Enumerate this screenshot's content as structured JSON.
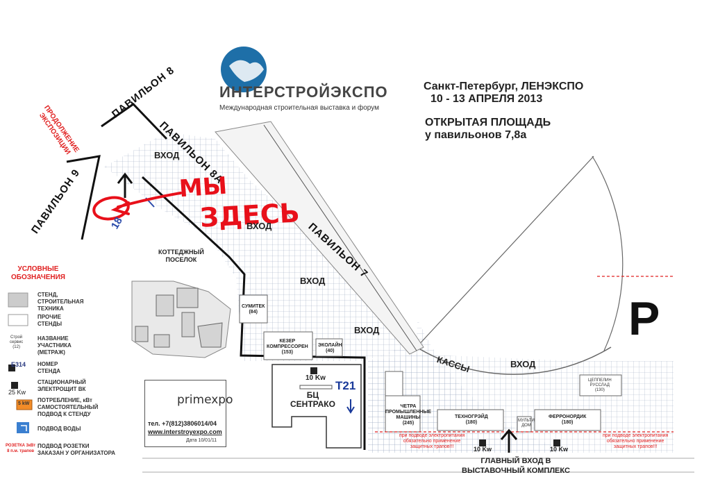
{
  "header": {
    "logo_name": "ИНТЕРСТРОЙЭКСПО",
    "logo_tagline": "Международная строительная выставка и форум",
    "city": "Санкт-Петербург, ЛЕНЭКСПО",
    "dates": "10 - 13 АПРЕЛЯ  2013",
    "area_title": "ОТКРЫТАЯ ПЛОЩАДЬ",
    "area_subtitle": "у павильонов 7,8а"
  },
  "pavilions": {
    "p8": "ПАВИЛЬОН 8",
    "p9": "ПАВИЛЬОН 9",
    "p8a": "ПАВИЛЬОН  8А",
    "p7": "ПАВИЛЬОН 7"
  },
  "continuation": [
    "ПРОДОЛЖЕНИЕ",
    "ЭКСПОЗИЦИИ"
  ],
  "handwriting": {
    "line1": "МЫ",
    "line2": "ЗДЕСЬ"
  },
  "map_labels": {
    "entrance_top": "ВХОД",
    "entrance_mid": "ВХОД",
    "entrance_p7_1": "ВХОД",
    "entrance_p7_2": "ВХОД",
    "entrance_right": "ВХОД",
    "cashier": "КАССЫ",
    "cottage": [
      "КОТТЕДЖНЫЙ",
      "ПОСЕЛОК"
    ],
    "bc_name": [
      "БЦ",
      "СЕНТРАКО"
    ],
    "bc_power": "10 Kw",
    "t21": "T21",
    "parking": "P",
    "main_entrance": [
      "ГЛАВНЫЙ ВХОД В",
      "ВЫСТАВОЧНЫЙ КОМПЛЕКС"
    ],
    "power_left": "10 Kw",
    "power_right": "10 Kw",
    "stand_18": "18"
  },
  "stands": {
    "sumitek": [
      "СУМИТЕК",
      "(84)"
    ],
    "kezer": [
      "КЕЗЕР",
      "КОМПРЕССОРЕН",
      "(153)"
    ],
    "ekolain": [
      "ЭКОЛАЙН",
      "(40)"
    ],
    "chetra": [
      "ЧЕТРА",
      "ПРОМЫШЛЕННЫЕ",
      "МАШИНЫ",
      "(245)"
    ],
    "technogreid": [
      "ТЕХНОГРЭЙД",
      "(180)"
    ],
    "ferronordik": [
      "ФЕРРОНОРДИК",
      "(180)"
    ],
    "multidom": [
      "МУЛЬТИ",
      "ДОМ"
    ],
    "cepelin": [
      "ЦЕППЕЛИН",
      "РУССЛАД",
      "(130)"
    ]
  },
  "warnings": {
    "left": [
      "при подводе электропитания",
      "обязательно  применение",
      "защитных трапов!!!"
    ],
    "right": [
      "при подводе электропитания",
      "обязательно  применение",
      "защитных трапов!!!"
    ]
  },
  "legend": {
    "title": [
      "УСЛОВНЫЕ",
      "ОБОЗНАЧЕНИЯ"
    ],
    "items": [
      {
        "text": [
          "СТЕНД,",
          "СТРОИТЕЛЬНАЯ",
          "ТЕХНИКА"
        ]
      },
      {
        "text": [
          "ПРОЧИЕ",
          "СТЕНДЫ"
        ]
      },
      {
        "sample": [
          "Строй",
          "сервис",
          "(12)"
        ],
        "text": [
          "НАЗВАНИЕ",
          "УЧАСТНИКА",
          "(МЕТРАЖ)"
        ]
      },
      {
        "sample": [
          "E314"
        ],
        "text": [
          "НОМЕР",
          "СТЕНДА"
        ]
      },
      {
        "sample": [
          "25 Kw"
        ],
        "text": [
          "СТАЦИОНАРНЫЙ",
          "ЭЛЕКТРОЩИТ ВК"
        ]
      },
      {
        "sample": [
          "5 kW"
        ],
        "text": [
          "ПОТРЕБЛЕНИЕ, кВт",
          "САМОСТОЯТЕЛЬНЫЙ",
          "ПОДВОД К СТЕНДУ"
        ]
      },
      {
        "text": [
          "ПОДВОД ВОДЫ"
        ]
      },
      {
        "sample": [
          "РОЗЕТКА 3кВт",
          "8 п.м. трапов"
        ],
        "text": [
          "ПОДВОД РОЗЕТКИ",
          "ЗАКАЗАН У ОРГАНИЗАТОРА"
        ]
      }
    ]
  },
  "organizer": {
    "name": "primexpo",
    "phone": "тел. +7(812)3806014/04",
    "site": "www.interstroyexpo.com",
    "date": "Дата 10/01/11"
  },
  "colors": {
    "grid": "#9aa8c0",
    "handwriting": "#e8101a",
    "legend_red": "#e02020",
    "globe": "#1e6fa8",
    "t21": "#1a3a9a",
    "power_orange": "#f28c28"
  }
}
